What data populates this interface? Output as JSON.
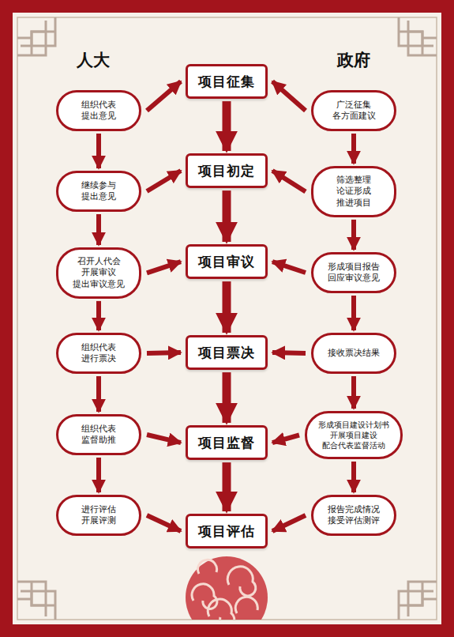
{
  "diagram": {
    "nodes": [
      {
        "text": [
          "组织代表 提出意见"
        ]
      },
      {
        "text": [
          "项目征集"
        ]
      },
      {
        "text": [
          "广泛征集 各方面建议"
        ]
      },
      {
        "text": [
          "继续参与 提出意见"
        ]
      },
      {
        "text": [
          "项目初定"
        ]
      },
      {
        "text": [
          "筛选整理 论证形成 推进项目"
        ]
      },
      {
        "text": [
          "召开人代会 开展审议 提出审议意见"
        ]
      },
      {
        "text": [
          "项目审议"
        ]
      },
      {
        "text": [
          "形成项目报告 回应审议意见"
        ]
      },
      {
        "text": [
          "组织代表 进行票决"
        ]
      },
      {
        "text": [
          "项目票决"
        ]
      },
      {
        "text": [
          "接收票决结果"
        ]
      },
      {
        "text": [
          "组织代表 监督助推"
        ]
      },
      {
        "text": [
          "项目监督"
        ]
      },
      {
        "text": [
          "形成项目建设计划书 开展项目建设 配合代表监督活动"
        ]
      },
      {
        "text": [
          "进行评估 开展评测"
        ]
      },
      {
        "text": [
          "项目评估"
        ]
      },
      {
        "text": [
          "报告完成情况 接受评估测评"
        ]
      }
    ],
    "edges": [
      {
        "from": 0,
        "to": 3,
        "arrow": "to"
      },
      {
        "from": 3,
        "to": 6,
        "arrow": "to"
      },
      {
        "from": 6,
        "to": 9,
        "arrow": "to"
      },
      {
        "from": 9,
        "to": 12,
        "arrow": "to"
      },
      {
        "from": 12,
        "to": 15,
        "arrow": "to"
      },
      {
        "from": 1,
        "to": 4,
        "arrow": "to"
      },
      {
        "from": 4,
        "to": 7,
        "arrow": "to"
      },
      {
        "from": 7,
        "to": 10,
        "arrow": "to"
      },
      {
        "from": 10,
        "to": 13,
        "arrow": "to"
      },
      {
        "from": 13,
        "to": 16,
        "arrow": "to"
      },
      {
        "from": 2,
        "to": 5,
        "arrow": "to"
      },
      {
        "from": 5,
        "to": 8,
        "arrow": "to"
      },
      {
        "from": 8,
        "to": 11,
        "arrow": "to"
      },
      {
        "from": 11,
        "to": 14,
        "arrow": "to"
      },
      {
        "from": 14,
        "to": 17,
        "arrow": "to"
      },
      {
        "from": 0,
        "to": 1,
        "arrow": "to"
      },
      {
        "from": 2,
        "to": 1,
        "arrow": "to"
      },
      {
        "from": 3,
        "to": 4,
        "arrow": "to"
      },
      {
        "from": 5,
        "to": 4,
        "arrow": "to"
      },
      {
        "from": 6,
        "to": 7,
        "arrow": "to"
      },
      {
        "from": 8,
        "to": 7,
        "arrow": "to"
      },
      {
        "from": 9,
        "to": 10,
        "arrow": "to"
      },
      {
        "from": 11,
        "to": 10,
        "arrow": "to"
      },
      {
        "from": 12,
        "to": 13,
        "arrow": "to"
      },
      {
        "from": 14,
        "to": 13,
        "arrow": "to"
      },
      {
        "from": 15,
        "to": 16,
        "arrow": "to"
      },
      {
        "from": 17,
        "to": 16,
        "arrow": "to"
      }
    ],
    "labels": [
      "人大",
      "政府"
    ]
  }
}
